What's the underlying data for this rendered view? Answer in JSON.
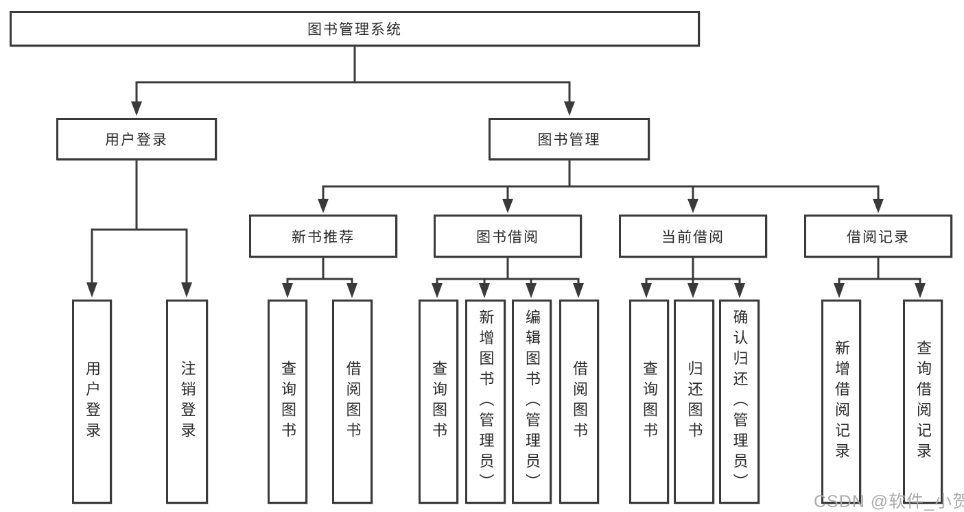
{
  "diagram": {
    "root": "图书管理系统",
    "branches": [
      {
        "label": "用户登录",
        "children": [
          "用户登录",
          "注销登录"
        ]
      },
      {
        "label": "图书管理",
        "modules": [
          {
            "label": "新书推荐",
            "children": [
              "查询图书",
              "借阅图书"
            ]
          },
          {
            "label": "图书借阅",
            "children": [
              "查询图书",
              "新增图书（管理员）",
              "编辑图书（管理员）",
              "借阅图书"
            ]
          },
          {
            "label": "当前借阅",
            "children": [
              "查询图书",
              "归还图书",
              "确认归还（管理员）"
            ]
          },
          {
            "label": "借阅记录",
            "children": [
              "新增借阅记录",
              "查询借阅记录"
            ]
          }
        ]
      }
    ],
    "watermark": "CSDN @软件_小贺同学"
  },
  "colors": {
    "line": "#3a3a3a",
    "box_border": "#3a3a3a",
    "text": "#2b2b2b",
    "watermark": "#a8a8aa",
    "background": "#ffffff"
  }
}
